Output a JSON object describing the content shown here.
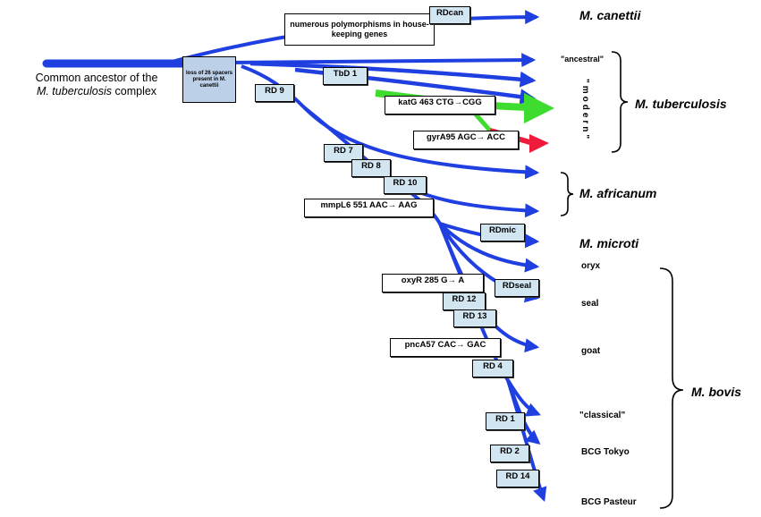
{
  "root": {
    "line1": "Common ancestor of the",
    "line2": "M. tuberculosis",
    "line3": "complex"
  },
  "notes": {
    "polymorphisms": "numerous polymorphisms in house-keeping genes",
    "spacers": "loss of 26 spacers present in M. canettii"
  },
  "markers": {
    "rdcan": "RDcan",
    "tbd1": "TbD 1",
    "rd9": "RD 9",
    "katg": "katG 463 CTG→CGG",
    "gyra": "gyrA95 AGC→ ACC",
    "rd7": "RD 7",
    "rd8": "RD 8",
    "rd10": "RD 10",
    "mmpl6": "mmpL6 551 AAC→ AAG",
    "rdmic": "RDmic",
    "oxyr": "oxyR 285 G→ A",
    "rdseal": "RDseal",
    "rd12": "RD 12",
    "rd13": "RD 13",
    "pnca": "pncA57 CAC→ GAC",
    "rd4": "RD 4",
    "rd1": "RD 1",
    "rd2": "RD 2",
    "rd14": "RD 14"
  },
  "species": {
    "canettii": "M. canettii",
    "tuberculosis": "M. tuberculosis",
    "africanum": "M. africanum",
    "microti": "M. microti",
    "bovis": "M. bovis"
  },
  "sublineages": {
    "ancestral": "\"ancestral\"",
    "modern": "\"modern\"",
    "oryx": "oryx",
    "seal": "seal",
    "goat": "goat",
    "classical": "\"classical\"",
    "bcg_tokyo": "BCG Tokyo",
    "bcg_pasteur": "BCG Pasteur"
  },
  "colors": {
    "lineage": "#1f3fe0",
    "katg": "#3ddc2e",
    "gyra": "#ee1b3a",
    "spacer_box": "#bcd0e8",
    "marker_box": "#d2e6f2"
  }
}
